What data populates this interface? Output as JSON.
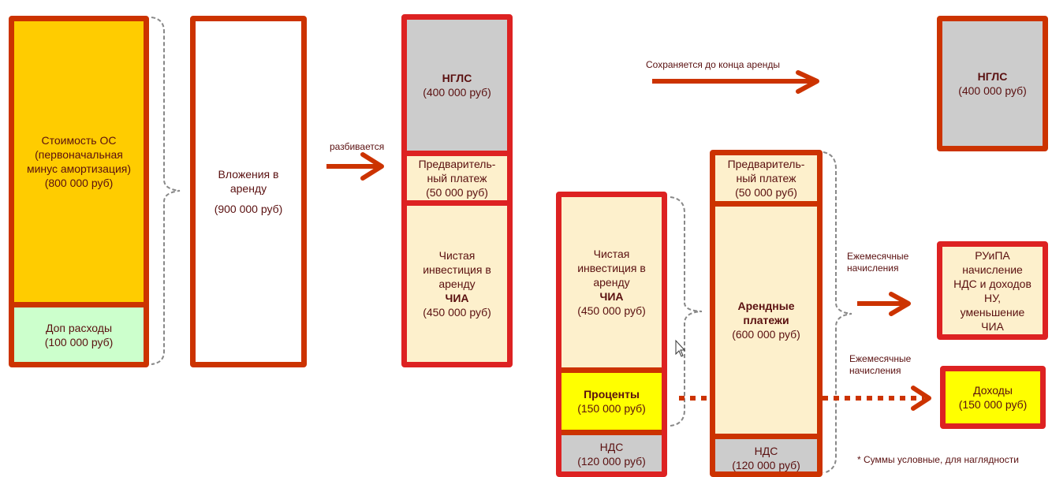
{
  "colors": {
    "border": "#cc3300",
    "border_alt": "#dd2222",
    "arrow": "#cc3300",
    "text": "#5a1010",
    "asset_cost": "#ffcc00",
    "extra_costs": "#ccffcc",
    "gray": "#cccccc",
    "cream": "#fdf0cc",
    "yellow": "#ffff00"
  },
  "col1": {
    "asset_cost": {
      "line1": "Стоимость ОС",
      "line2": "(первоначальная",
      "line3": "минус амортизация)",
      "amount": "(800 000 руб)"
    },
    "extra_costs": {
      "line1": "Доп расходы",
      "amount": "(100 000 руб)"
    }
  },
  "col2": {
    "investment": {
      "line1": "Вложения в",
      "line2": "аренду",
      "amount": "(900 000 руб)"
    }
  },
  "arrow_split": {
    "label": "разбивается"
  },
  "col3": {
    "ngls": {
      "title": "НГЛС",
      "amount": "(400 000 руб)"
    },
    "prepayment": {
      "line1": "Предваритель-",
      "line2": "ный платеж",
      "amount": "(50 000 руб)"
    },
    "net_investment": {
      "line1": "Чистая",
      "line2": "инвестиция в",
      "line3": "аренду",
      "abbr": "ЧИА",
      "amount": "(450 000 руб)"
    }
  },
  "arrow_keep": {
    "label": "Сохраняется до конца аренды"
  },
  "col4": {
    "net_investment": {
      "line1": "Чистая",
      "line2": "инвестиция в",
      "line3": "аренду",
      "abbr": "ЧИА",
      "amount": "(450 000 руб)"
    },
    "interest": {
      "title": "Проценты",
      "amount": "(150 000 руб)"
    },
    "vat": {
      "title": "НДС",
      "amount": "(120 000 руб)"
    }
  },
  "col5": {
    "prepayment": {
      "line1": "Предваритель-",
      "line2": "ный платеж",
      "amount": "(50 000 руб)"
    },
    "lease_payments": {
      "line1": "Арендные",
      "line2": "платежи",
      "amount": "(600 000 руб)"
    },
    "vat": {
      "title": "НДС",
      "amount": "(120 000 руб)"
    }
  },
  "arrow_monthly_1": {
    "line1": "Ежемесячные",
    "line2": "начисления"
  },
  "arrow_monthly_2": {
    "line1": "Ежемесячные",
    "line2": "начисления"
  },
  "result_ngls": {
    "title": "НГЛС",
    "amount": "(400 000 руб)"
  },
  "result_ruipa": {
    "line1": "РУиПА",
    "line2": "начисление",
    "line3": "НДС и доходов",
    "line4": "НУ,",
    "line5": "уменьшение",
    "line6": "ЧИА"
  },
  "result_income": {
    "title": "Доходы",
    "amount": "(150 000 руб)"
  },
  "footnote": "* Суммы условные, для наглядности"
}
